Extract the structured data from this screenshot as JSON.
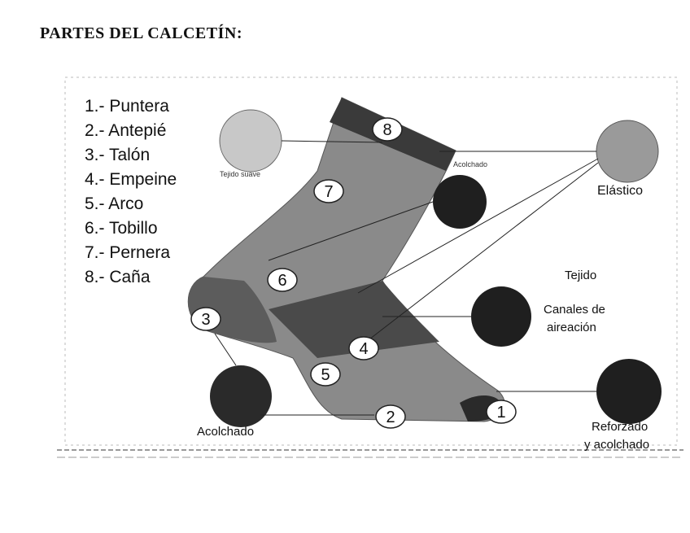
{
  "title": "PARTES DEL CALCETÍN:",
  "parts": [
    {
      "number": "1",
      "label": "1.- Puntera"
    },
    {
      "number": "2",
      "label": "2.- Antepié"
    },
    {
      "number": "3",
      "label": "3.- Talón"
    },
    {
      "number": "4",
      "label": "4.- Empeine"
    },
    {
      "number": "5",
      "label": "5.- Arco"
    },
    {
      "number": "6",
      "label": "6.- Tobillo"
    },
    {
      "number": "7",
      "label": "7.- Pernera"
    },
    {
      "number": "8",
      "label": "8.- Caña"
    }
  ],
  "annotations": {
    "tejido_suave": "Tejido suave",
    "acolchado_top": "Acolchado",
    "elastico": "Elástico",
    "tejido": "Tejido",
    "canales": "Canales de",
    "aireacion": "aireación",
    "acolchado_bottom": "Acolchado",
    "reforzado": "Reforzado",
    "y_acolchado": "y acolchado"
  },
  "colors": {
    "sock_body": "#8a8a8a",
    "sock_band": "#3a3a3a",
    "dark_swatch": "#1f1f1f",
    "light_swatch": "#c8c8c8"
  }
}
